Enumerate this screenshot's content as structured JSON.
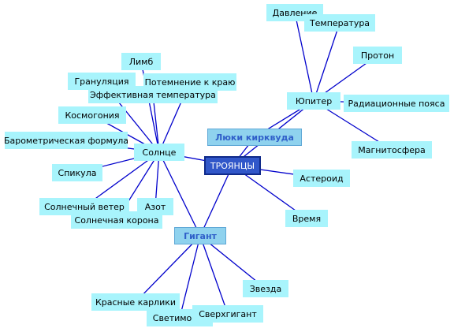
{
  "colors": {
    "edge": "#0000cc",
    "node": "#a8f4fc",
    "hub": "#8fd2ee",
    "center": "#3157c9"
  },
  "nodes": {
    "troyantsy": "ТРОЯНЦЫ",
    "lyuki": "Люки кирквуда",
    "gigant": "Гигант",
    "solntse": "Солнце",
    "yupiter": "Юпитер",
    "davlenie": "Давление",
    "temperatura": "Температура",
    "proton": "Протон",
    "radiatsionnye": "Радиационные пояса",
    "magnitosfera": "Магнитосфера",
    "asteroid": "Астероид",
    "vremya": "Время",
    "limb": "Лимб",
    "granulyatsiya": "Грануляция",
    "potemnenie": "Потемнение к краю",
    "effektivnaya": "Эффективная температура",
    "kosmogoniya": "Космогония",
    "barometricheskaya": "Барометрическая формула",
    "spikula": "Спикула",
    "solnechny_veter": "Солнечный ветер",
    "azot": "Азот",
    "solnechnaya_korona": "Солнечная корона",
    "zvezda": "Звезда",
    "krasnye_karliki": "Красные карлики",
    "svetimost": "Светимость",
    "sverkhgigant": "Сверхгигант"
  }
}
